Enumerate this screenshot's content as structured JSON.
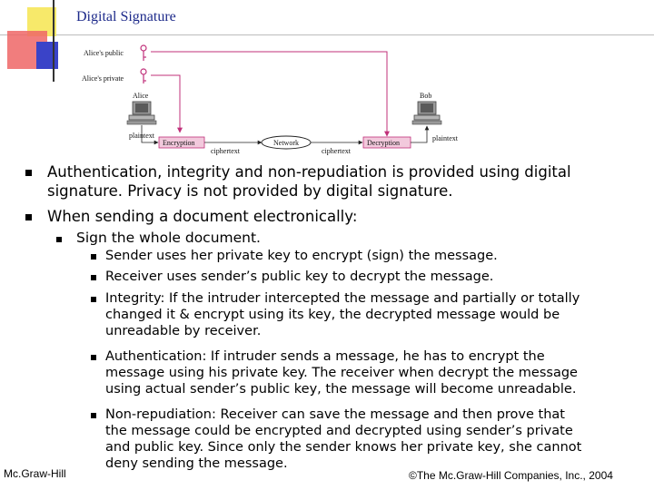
{
  "title": "Digital Signature",
  "diagram": {
    "alice_public": "Alice's public",
    "alice_private": "Alice's private",
    "alice": "Alice",
    "bob": "Bob",
    "plaintext_left": "plaintext",
    "plaintext_right": "plaintext",
    "encryption": "Encryption",
    "network": "Network",
    "decryption": "Decryption",
    "ciphertext_left": "ciphertext",
    "ciphertext_right": "ciphertext"
  },
  "bullets": [
    {
      "lines": [
        "Authentication, integrity and non-repudiation is provided using digital",
        "signature. Privacy is not provided by digital signature."
      ]
    },
    {
      "lines": [
        "When sending a document electronically:"
      ]
    }
  ],
  "sub_bullet": "Sign the whole document.",
  "sub_sub_bullets": [
    {
      "lines": [
        "Sender uses her private key to encrypt (sign) the message."
      ]
    },
    {
      "lines": [
        "Receiver uses sender’s public key to decrypt the message."
      ]
    },
    {
      "lines": [
        "Integrity: If the intruder intercepted the message and partially or totally",
        "changed it & encrypt using its key, the decrypted message would be",
        "unreadable by receiver."
      ]
    },
    {
      "lines": [
        "Authentication: If intruder sends a message, he has to encrypt the",
        "message using his private key. The receiver when decrypt the message",
        "using actual sender’s public key, the message will become unreadable."
      ]
    },
    {
      "lines": [
        "Non-repudiation: Receiver can save the message and then prove that",
        "the message could be encrypted and decrypted using sender’s private",
        "and public key. Since only the sender knows her private key, she cannot",
        "deny sending the message."
      ]
    }
  ],
  "footer": {
    "left": "Mc.Graw-Hill",
    "right": "©The Mc.Graw-Hill Companies, Inc., 2004"
  }
}
